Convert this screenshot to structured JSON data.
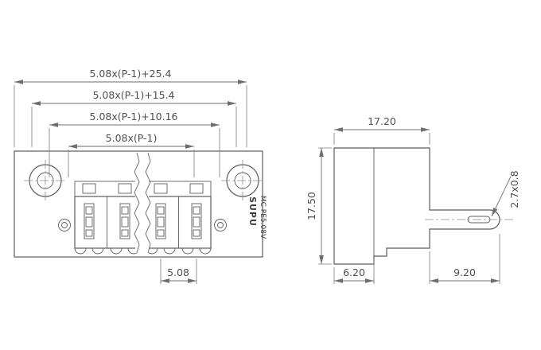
{
  "front_view": {
    "dim_overall": "5.08x(P-1)+25.4",
    "dim_mid1": "5.08x(P-1)+15.4",
    "dim_mid2": "5.08x(P-1)+10.16",
    "dim_pitch_total": "5.08x(P-1)",
    "dim_pitch": "5.08",
    "brand": "SUPU",
    "model": "MC PE5.08V"
  },
  "side_view": {
    "dim_width": "17.20",
    "dim_height": "17.50",
    "dim_slot": "2.7x0.8",
    "dim_flange": "6.20",
    "dim_pin": "9.20"
  },
  "colors": {
    "line": "#5c5c5c",
    "dim_line": "#6e6e6e",
    "text": "#4f4f4f",
    "background": "#ffffff"
  }
}
